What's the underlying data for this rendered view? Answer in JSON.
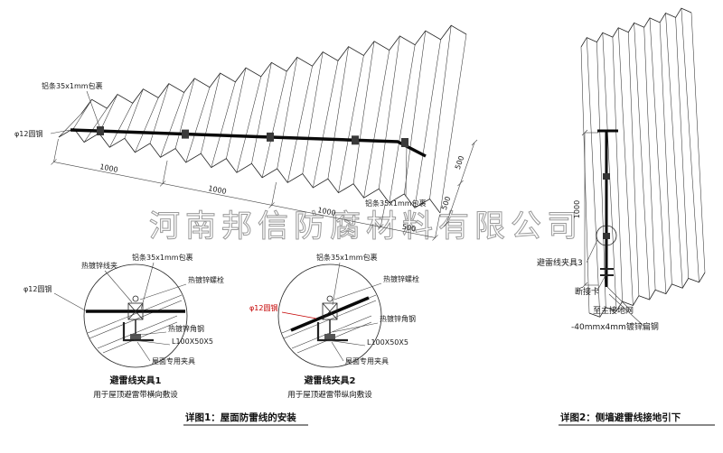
{
  "watermark": "河南邦信防腐材料有限公司",
  "captions": {
    "detail1": "详图1：屋面防雷线的安装",
    "detail2": "详图2：侧墙避雷线接地引下"
  },
  "roof": {
    "strip_label_top": "铝条35x1mm包裹",
    "strip_label_right": "铝条35x1mm包裹",
    "round_steel_label": "φ12圆钢",
    "dims_bottom": [
      "1000",
      "1000",
      "1000",
      "500"
    ],
    "dims_right": [
      "500",
      "500"
    ]
  },
  "clamp_detail_1": {
    "title": "避雷线夹具1",
    "subtitle": "用于屋顶避雷带横向敷设",
    "labels": {
      "wire_clip": "热镀锌线夹",
      "alu_strip": "铝条35x1mm包裹",
      "bolt": "热镀锌螺栓",
      "round_steel": "φ12圆钢",
      "angle_steel": "热镀锌角钢",
      "angle_spec": "L100X50X5",
      "roof_clamp": "屋面专用夹具"
    }
  },
  "clamp_detail_2": {
    "title": "避雷线夹具2",
    "subtitle": "用于屋顶避雷带纵向敷设",
    "labels": {
      "alu_strip": "铝条35x1mm包裹",
      "bolt": "热镀锌螺栓",
      "round_steel": "φ12圆钢",
      "angle_steel": "热镀锌角钢",
      "angle_spec": "L100X50X5",
      "roof_clamp": "屋面专用夹具"
    }
  },
  "wall": {
    "dim": "1000",
    "clamp3_label": "避雷线夹具3",
    "disconnect_label": "断接卡",
    "to_ground_label": "至主接地网",
    "flat_steel_label": "-40mmx4mm镀锌扁钢"
  },
  "colors": {
    "line": "#1a1a1a",
    "accent_red": "#c40000",
    "watermark_gray": "#9a9a9a"
  }
}
